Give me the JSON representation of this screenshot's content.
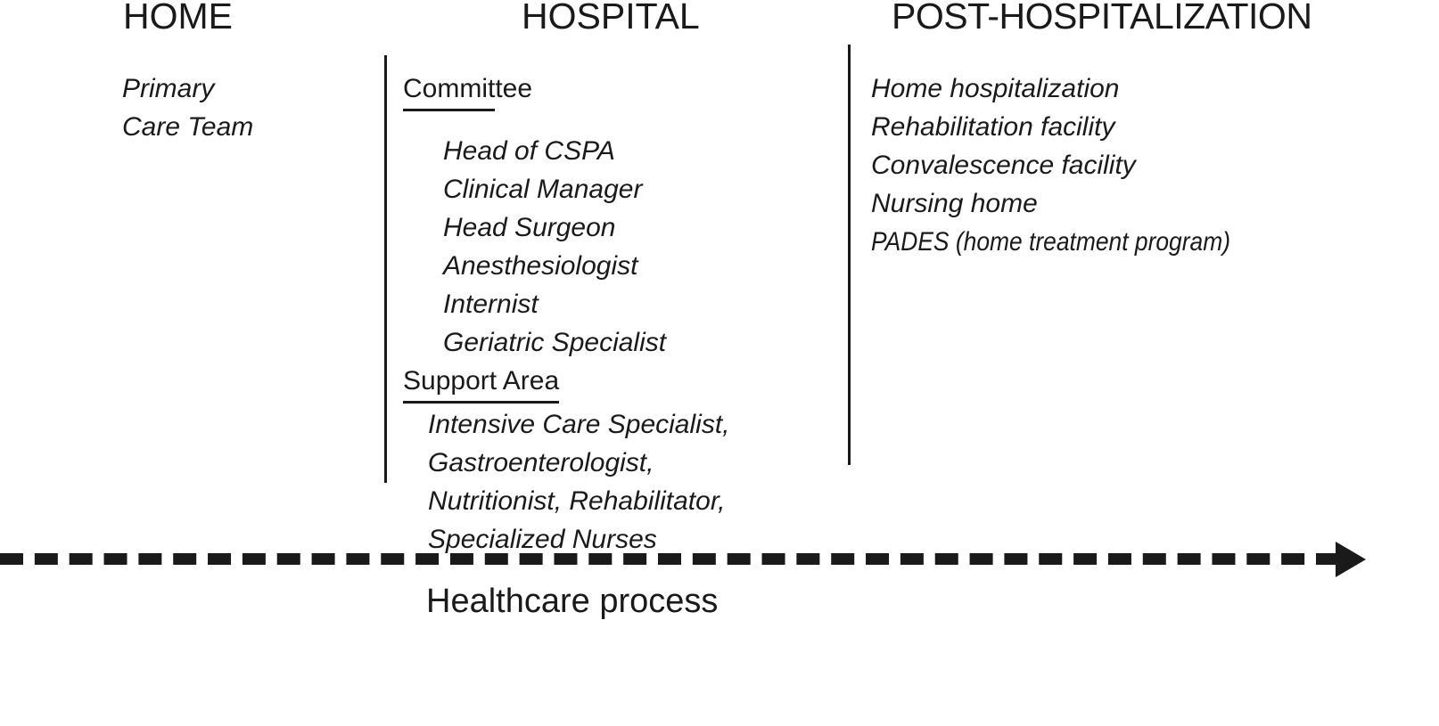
{
  "diagram": {
    "title_bottom": "Healthcare process",
    "arrow": {
      "style": "dashed",
      "direction": "left-to-right",
      "head": "solid-triangle",
      "color": "#1a1a1a"
    },
    "columns": [
      {
        "id": "home",
        "heading": "HOME",
        "entries": [
          "Primary",
          "Care Team"
        ]
      },
      {
        "id": "hospital",
        "heading": "HOSPITAL",
        "groups": [
          {
            "label": "Committee",
            "label_underlined_part": "Commit",
            "label_rest": "tee",
            "members": [
              "Head of CSPA",
              "Clinical Manager",
              "Head Surgeon",
              "Anesthesiologist",
              "Internist",
              "Geriatric Specialist"
            ]
          },
          {
            "label": "Support Area",
            "label_underlined_part": "Support Area ",
            "label_rest": "",
            "members": [
              "Intensive Care Specialist,",
              "Gastroenterologist,",
              "Nutritionist, Rehabilitator,",
              "Specialized Nurses"
            ]
          }
        ]
      },
      {
        "id": "post-hospitalization",
        "heading": "POST-HOSPITALIZATION",
        "entries": [
          "Home hospitalization",
          "Rehabilitation facility",
          "Convalescence facility",
          "Nursing home",
          "PADES (home treatment program)"
        ]
      }
    ]
  },
  "colors": {
    "ink": "#1a1a1a",
    "background": "#ffffff"
  }
}
